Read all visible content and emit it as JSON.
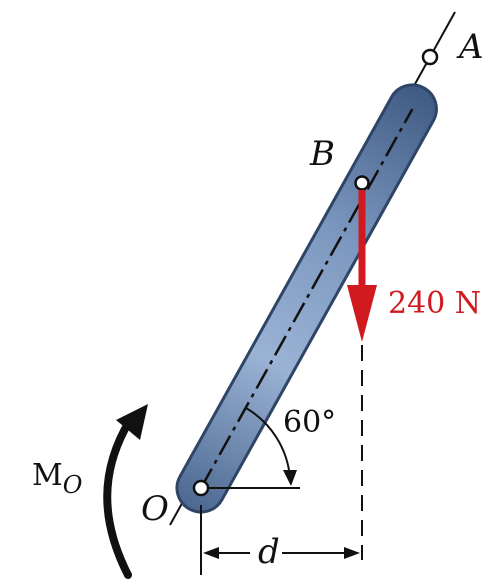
{
  "labels": {
    "point_a": "A",
    "point_b": "B",
    "point_o": "O",
    "force": "240 N",
    "angle": "60°",
    "distance": "d",
    "moment_main": "M",
    "moment_sub": "O"
  },
  "colors": {
    "rod_fill": "#6f8bb4",
    "rod_edge": "#2f4566",
    "force": "#d11a1f",
    "ink": "#111111"
  }
}
